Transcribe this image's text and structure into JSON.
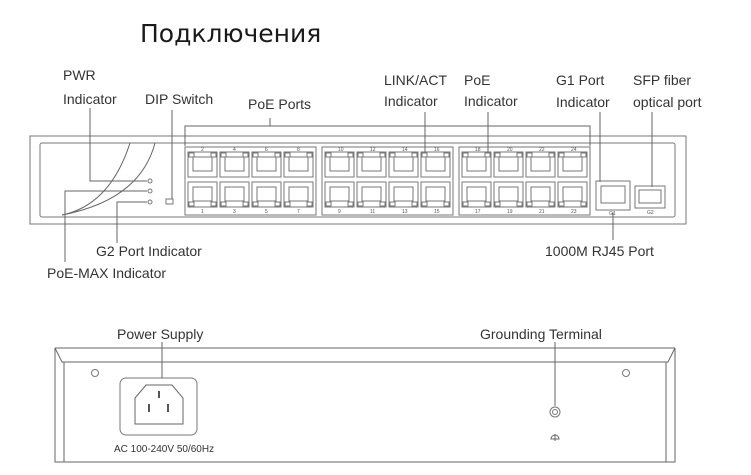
{
  "title": "Подключения",
  "front_labels": {
    "pwr_line1": "PWR",
    "pwr_line2": "Indicator",
    "dip_switch": "DIP Switch",
    "poe_ports": "PoE Ports",
    "link_line1": "LINK/ACT",
    "link_line2": "Indicator",
    "poe_ind_line1": "PoE",
    "poe_ind_line2": "Indicator",
    "g1_line1": "G1 Port",
    "g1_line2": "Indicator",
    "sfp_line1": "SFP fiber",
    "sfp_line2": "optical port",
    "g2_indicator": "G2 Port Indicator",
    "poe_max": "PoE-MAX Indicator",
    "rj45": "1000M RJ45 Port"
  },
  "port_numbers_top": [
    "2",
    "4",
    "6",
    "8",
    "10",
    "12",
    "14",
    "16",
    "18",
    "20",
    "22",
    "24"
  ],
  "port_numbers_bottom": [
    "1",
    "3",
    "5",
    "7",
    "9",
    "11",
    "13",
    "15",
    "17",
    "19",
    "21",
    "23"
  ],
  "uplink_labels": [
    "G1",
    "G2"
  ],
  "back_labels": {
    "power_supply": "Power Supply",
    "grounding": "Grounding Terminal",
    "ac_rating": "AC 100-240V 50/60Hz"
  }
}
